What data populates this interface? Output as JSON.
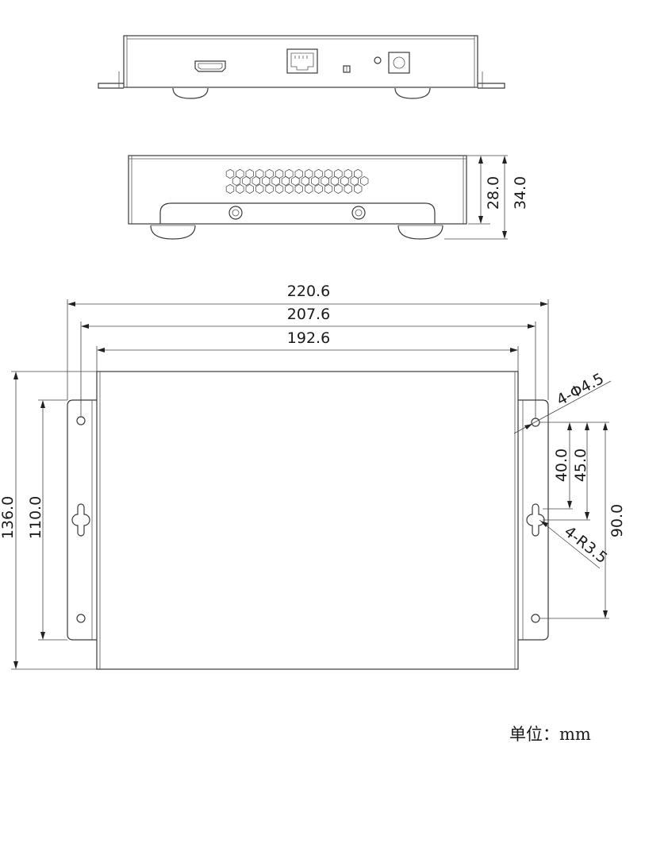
{
  "dimensions": {
    "overall_width": "220.6",
    "mount_hole_span": "207.6",
    "body_width": "192.6",
    "body_height_h": "28.0",
    "total_height_h": "34.0",
    "overall_depth": "136.0",
    "mount_depth": "110.0",
    "hole_to_slot_a": "40.0",
    "hole_to_slot_b": "45.0",
    "hole_spacing": "90.0",
    "hole_callout": "4-Φ4.5",
    "slot_callout": "4-R3.5"
  },
  "unit_label": "单位：mm"
}
